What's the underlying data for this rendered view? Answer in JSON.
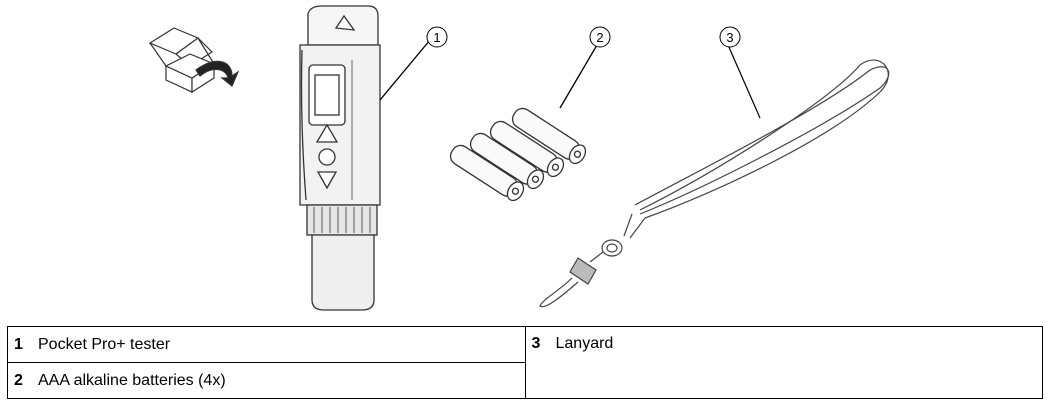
{
  "callouts": [
    "1",
    "2",
    "3"
  ],
  "legend": [
    {
      "num": "1",
      "label": "Pocket Pro+ tester"
    },
    {
      "num": "2",
      "label": "AAA alkaline batteries (4x)"
    },
    {
      "num": "3",
      "label": "Lanyard"
    }
  ]
}
